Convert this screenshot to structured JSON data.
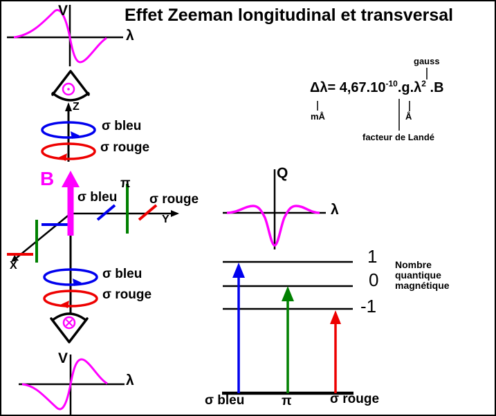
{
  "title": "Effet Zeeman longitudinal et transversal",
  "colors": {
    "magenta": "#ff00ff",
    "blue": "#0000ee",
    "red": "#ee0000",
    "green": "#008000",
    "ink": "#000000",
    "background": "#ffffff"
  },
  "labels": {
    "sigma_bleu": "σ bleu",
    "sigma_rouge": "σ rouge",
    "pi": "π",
    "field": "B"
  },
  "axes": {
    "x": "X",
    "y": "Y",
    "z": "Z"
  },
  "plots": {
    "stokes_v_top": {
      "ylabel": "V",
      "xlabel": "λ"
    },
    "stokes_q": {
      "ylabel": "Q",
      "xlabel": "λ"
    },
    "stokes_v_bottom": {
      "ylabel": "V",
      "xlabel": "λ"
    }
  },
  "formula": {
    "lhs_and_coefficient": "Δλ= 4,67.10",
    "exponent": "-10",
    "lande_and_lambda": ".g.λ",
    "lambda_exponent": "2",
    "field_term": " .B",
    "annotations": {
      "gauss": "gauss",
      "milliangstrom": "mÅ",
      "angstrom": "Å",
      "lande": "facteur de Landé"
    }
  },
  "energy_diagram": {
    "level_labels": [
      "1",
      "0",
      "-1"
    ],
    "caption": "Nombre quantique magnétique",
    "transitions": [
      "σ bleu",
      "π",
      "σ rouge"
    ]
  }
}
